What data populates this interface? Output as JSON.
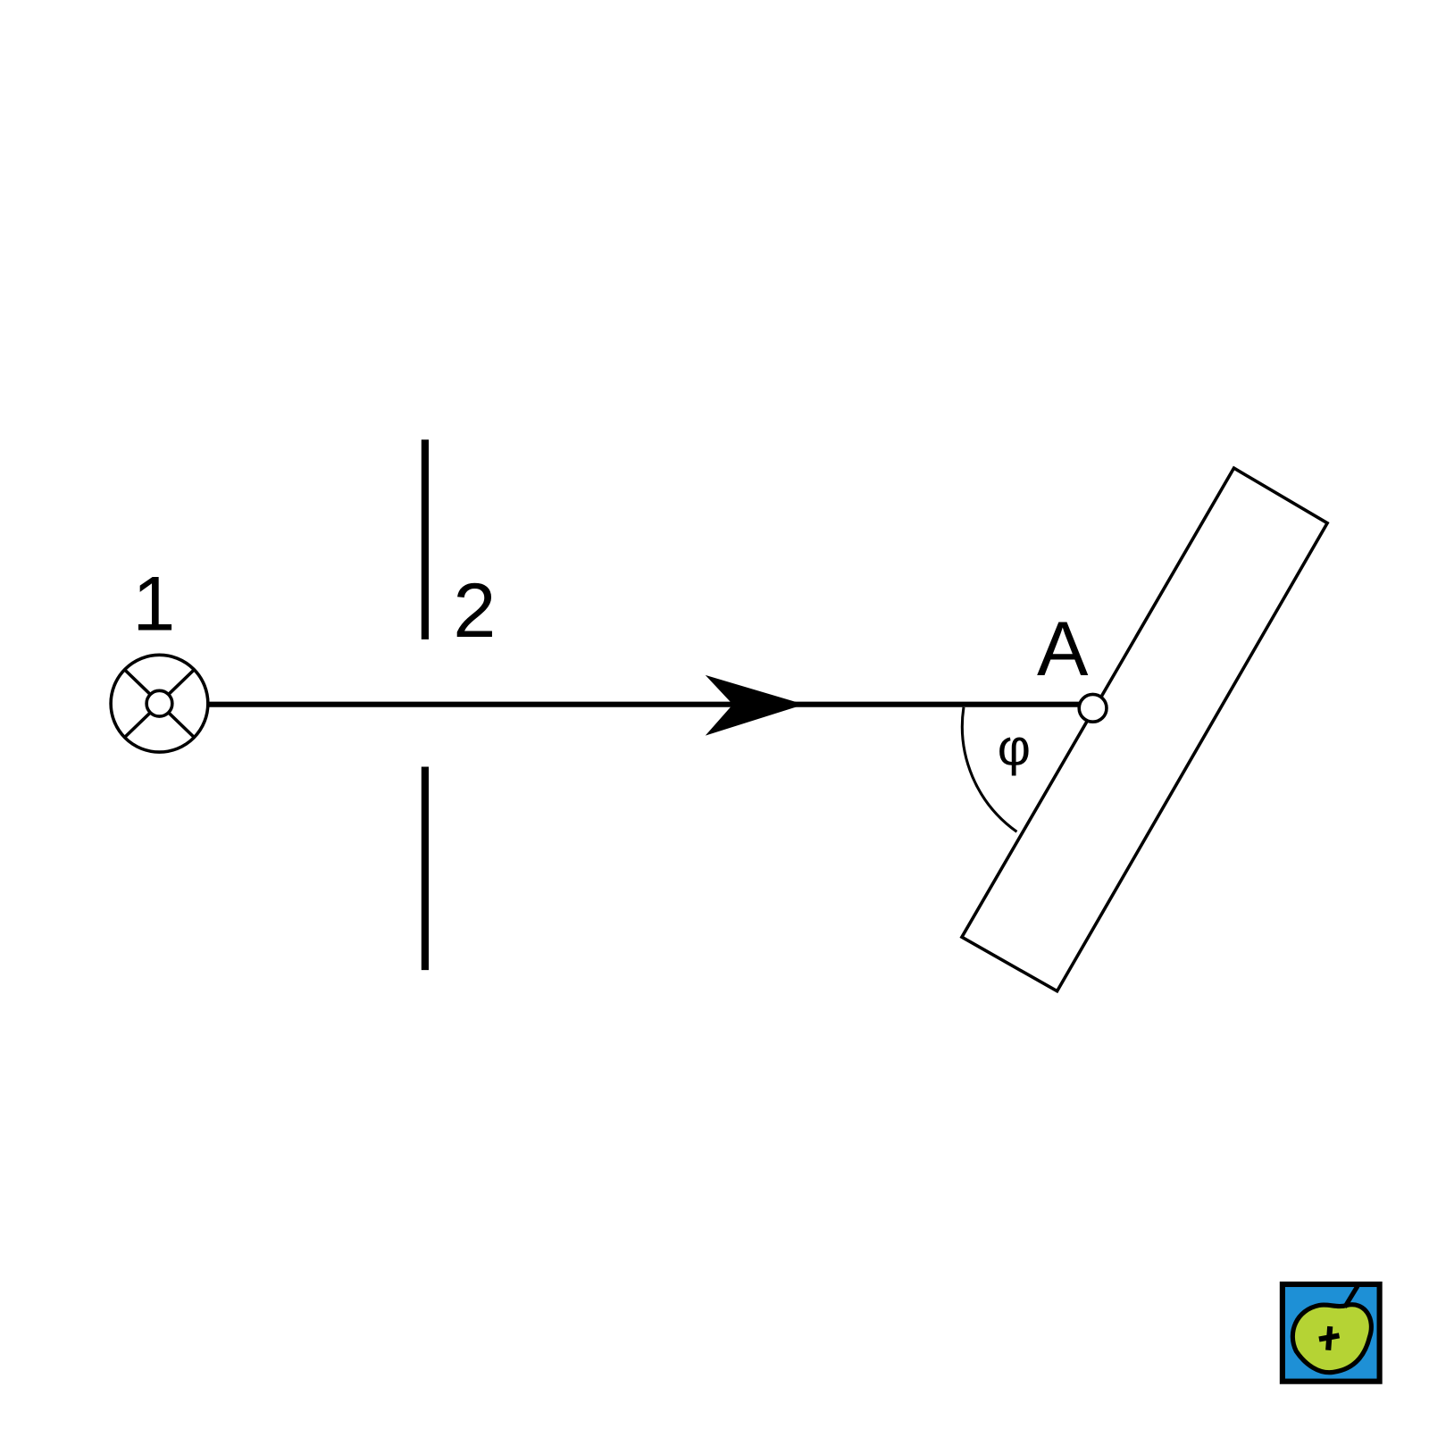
{
  "labels": {
    "source": "1",
    "slit": "2",
    "point": "A",
    "angle": "φ"
  },
  "colors": {
    "ink": "#000000",
    "logo_bg": "#1e90d6",
    "logo_apple": "#b5d334"
  },
  "logo": {
    "icon": "apple-logo-icon"
  }
}
